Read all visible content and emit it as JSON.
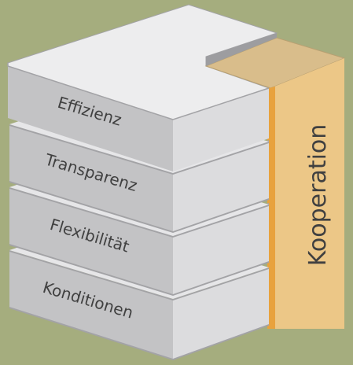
{
  "diagram": {
    "layers": [
      {
        "id": "effizienz",
        "label": "Effizienz"
      },
      {
        "id": "transparenz",
        "label": "Transparenz"
      },
      {
        "id": "flexibilitaet",
        "label": "Flexibilität"
      },
      {
        "id": "konditionen",
        "label": "Konditionen"
      }
    ],
    "pillar": {
      "label": "Kooperation"
    }
  },
  "colors": {
    "background": "#a5ad7e",
    "layer_front": "#c3c3c5",
    "layer_side": "#dcdcde",
    "layer_top": "#ededee",
    "layer_edge": "#a3a3a6",
    "pillar_front": "#ecc787",
    "pillar_top": "#d9bd8b",
    "pillar_gap": "#e8a23e",
    "text": "#404040"
  }
}
